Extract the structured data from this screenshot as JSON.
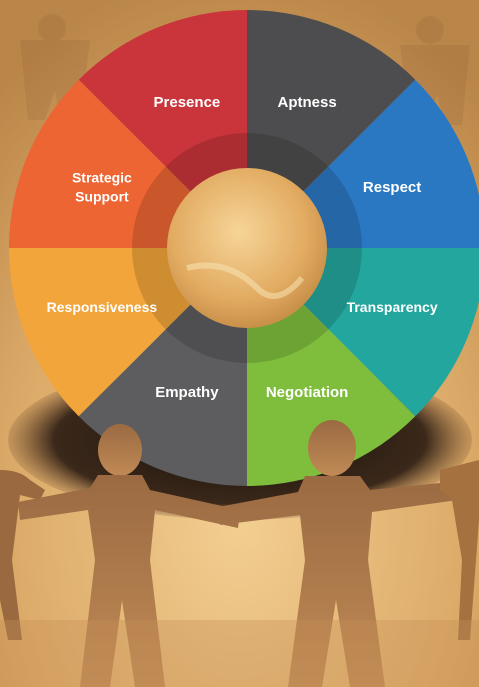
{
  "wheel": {
    "segments": [
      {
        "label_lines": [
          "Presence"
        ],
        "color": "#c9353a"
      },
      {
        "label_lines": [
          "Aptness"
        ],
        "color": "#4d4d4f"
      },
      {
        "label_lines": [
          "Respect"
        ],
        "color": "#2a77c2"
      },
      {
        "label_lines": [
          "Transparency"
        ],
        "color": "#23a69e"
      },
      {
        "label_lines": [
          "Negotiation"
        ],
        "color": "#7fbd3d"
      },
      {
        "label_lines": [
          "Empathy"
        ],
        "color": "#5d5d5f"
      },
      {
        "label_lines": [
          "Responsiveness"
        ],
        "color": "#f2a53a"
      },
      {
        "label_lines": [
          "Strategic",
          "Support"
        ],
        "color": "#ec6533"
      }
    ],
    "hub_color": "#e7b56d"
  },
  "background": {
    "base_color": "#e7b878",
    "figure_color": "#8a5a36",
    "shadow_color": "#2e1f14"
  }
}
